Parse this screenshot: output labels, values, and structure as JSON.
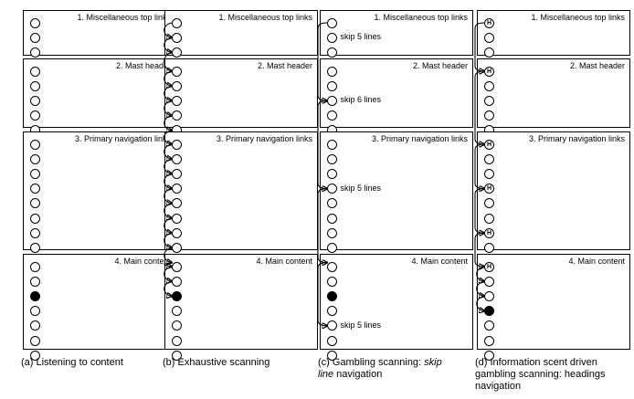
{
  "sections": [
    {
      "title": "1. Miscellaneous top links"
    },
    {
      "title": "2. Mast header"
    },
    {
      "title": "3. Primary navigation links"
    },
    {
      "title": "4. Main content"
    }
  ],
  "panels": [
    {
      "caption": "(a) Listening to content",
      "caption_html": "(a) Listening to content"
    },
    {
      "caption": "(b) Exhaustive scanning",
      "caption_html": "(b) Exhaustive scanning"
    },
    {
      "caption": "(c) Gambling scanning: skip line navigation",
      "caption_html": "(c) Gambling scanning: <i>skip<br>line</i> navigation"
    },
    {
      "caption": "(d) Information scent driven gambling scanning: headings navigation",
      "caption_html": "(d) Information scent driven<br>gambling scanning: headings<br>navigation"
    }
  ],
  "skip_labels": [
    "skip 5 lines",
    "skip 6 lines",
    "skip 5 lines",
    "skip 5 lines"
  ],
  "heading_marker": "H"
}
